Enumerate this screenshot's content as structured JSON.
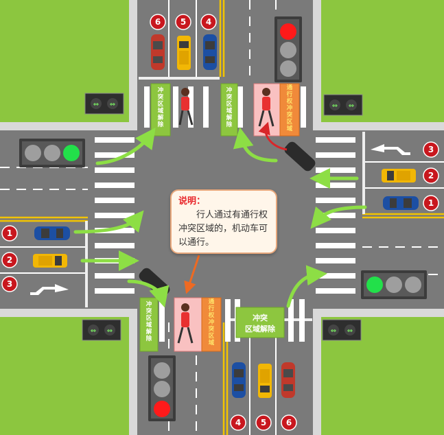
{
  "note": {
    "title": "说明：",
    "body": "行人通过有通行权冲突区域的，机动车可以通行。"
  },
  "zones": {
    "conflict_released_vertical": "冲突区域解除",
    "right_of_way_conflict_vertical": "通行权冲突区域",
    "conflict_released_line1": "冲突",
    "conflict_released_line2": "区域解除"
  },
  "lane_badges": {
    "top": [
      "6",
      "5",
      "4"
    ],
    "right": [
      "3",
      "2",
      "1"
    ],
    "left": [
      "1",
      "2",
      "3"
    ],
    "bottom": [
      "4",
      "5",
      "6"
    ]
  },
  "lights": {
    "north": "red",
    "east": "green",
    "west": "green",
    "south": "red"
  },
  "colors": {
    "grass": "#8cc63f",
    "road": "#777777",
    "sidewalk": "#d8d8d8",
    "arrow": "#8dde45",
    "badge": "#c8171e",
    "stop_line": "#e8e8e8",
    "median": "#f2c400",
    "zone_red": "#f9c1c1",
    "zone_orange": "#f08a3a",
    "zone_green": "#8dc63f"
  }
}
